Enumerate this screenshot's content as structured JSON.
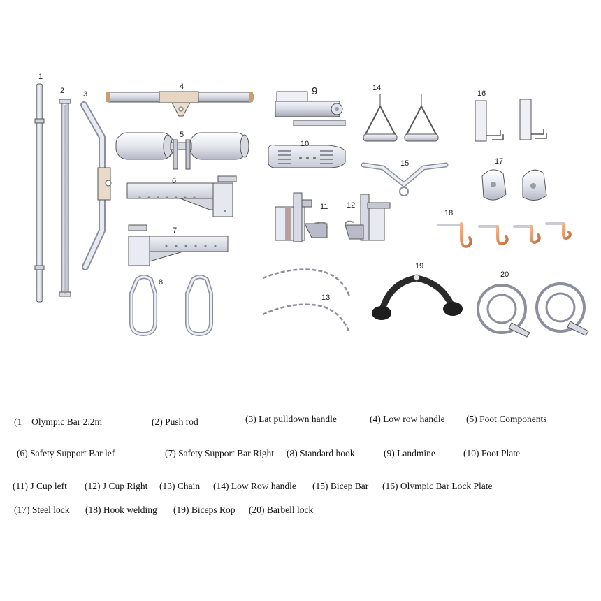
{
  "parts": [
    {
      "id": "1",
      "number": "1",
      "label": "(1\u0000 Olympic Bar 2.2m"
    },
    {
      "id": "2",
      "number": "2",
      "label": "(2)  Push rod"
    },
    {
      "id": "3",
      "number": "3",
      "label": "(3) Lat pulldown handle"
    },
    {
      "id": "4",
      "number": "4",
      "label": "(4) Low row handle"
    },
    {
      "id": "5",
      "number": "5",
      "label": "(5) Foot Components"
    },
    {
      "id": "6",
      "number": "6",
      "label": "(6)  Safety Support Bar lef"
    },
    {
      "id": "7",
      "number": "7",
      "label": "(7) Safety Support Bar Right"
    },
    {
      "id": "8",
      "number": "8",
      "label": "(8) Standard hook"
    },
    {
      "id": "9",
      "number": "9",
      "label": "(9) Landmine"
    },
    {
      "id": "10",
      "number": "10",
      "label": "(10) Foot Plate"
    },
    {
      "id": "11",
      "number": "11",
      "label": "(11) J Cup left"
    },
    {
      "id": "12",
      "number": "12",
      "label": "(12) J Cup Right"
    },
    {
      "id": "13",
      "number": "13",
      "label": "(13) Chain"
    },
    {
      "id": "14",
      "number": "14",
      "label": "(14)  Low Row handle"
    },
    {
      "id": "15",
      "number": "15",
      "label": "(15) Bicep Bar"
    },
    {
      "id": "16",
      "number": "16",
      "label": "(16) Olympic Bar Lock Plate"
    },
    {
      "id": "17",
      "number": "17",
      "label": "(17) Steel lock"
    },
    {
      "id": "18",
      "number": "18",
      "label": "(18) Hook welding"
    },
    {
      "id": "19",
      "number": "19",
      "label": "(19) Biceps Rop"
    },
    {
      "id": "20",
      "number": "20",
      "label": "(20)  Barbell lock"
    }
  ],
  "colors": {
    "metal_light": "#eef0f6",
    "metal_mid": "#c9ccd8",
    "metal_dark": "#8d909c",
    "bronze": "#c8a98a",
    "copper": "#d9824f",
    "rope": "#2a2a2a",
    "outline": "#555555"
  }
}
